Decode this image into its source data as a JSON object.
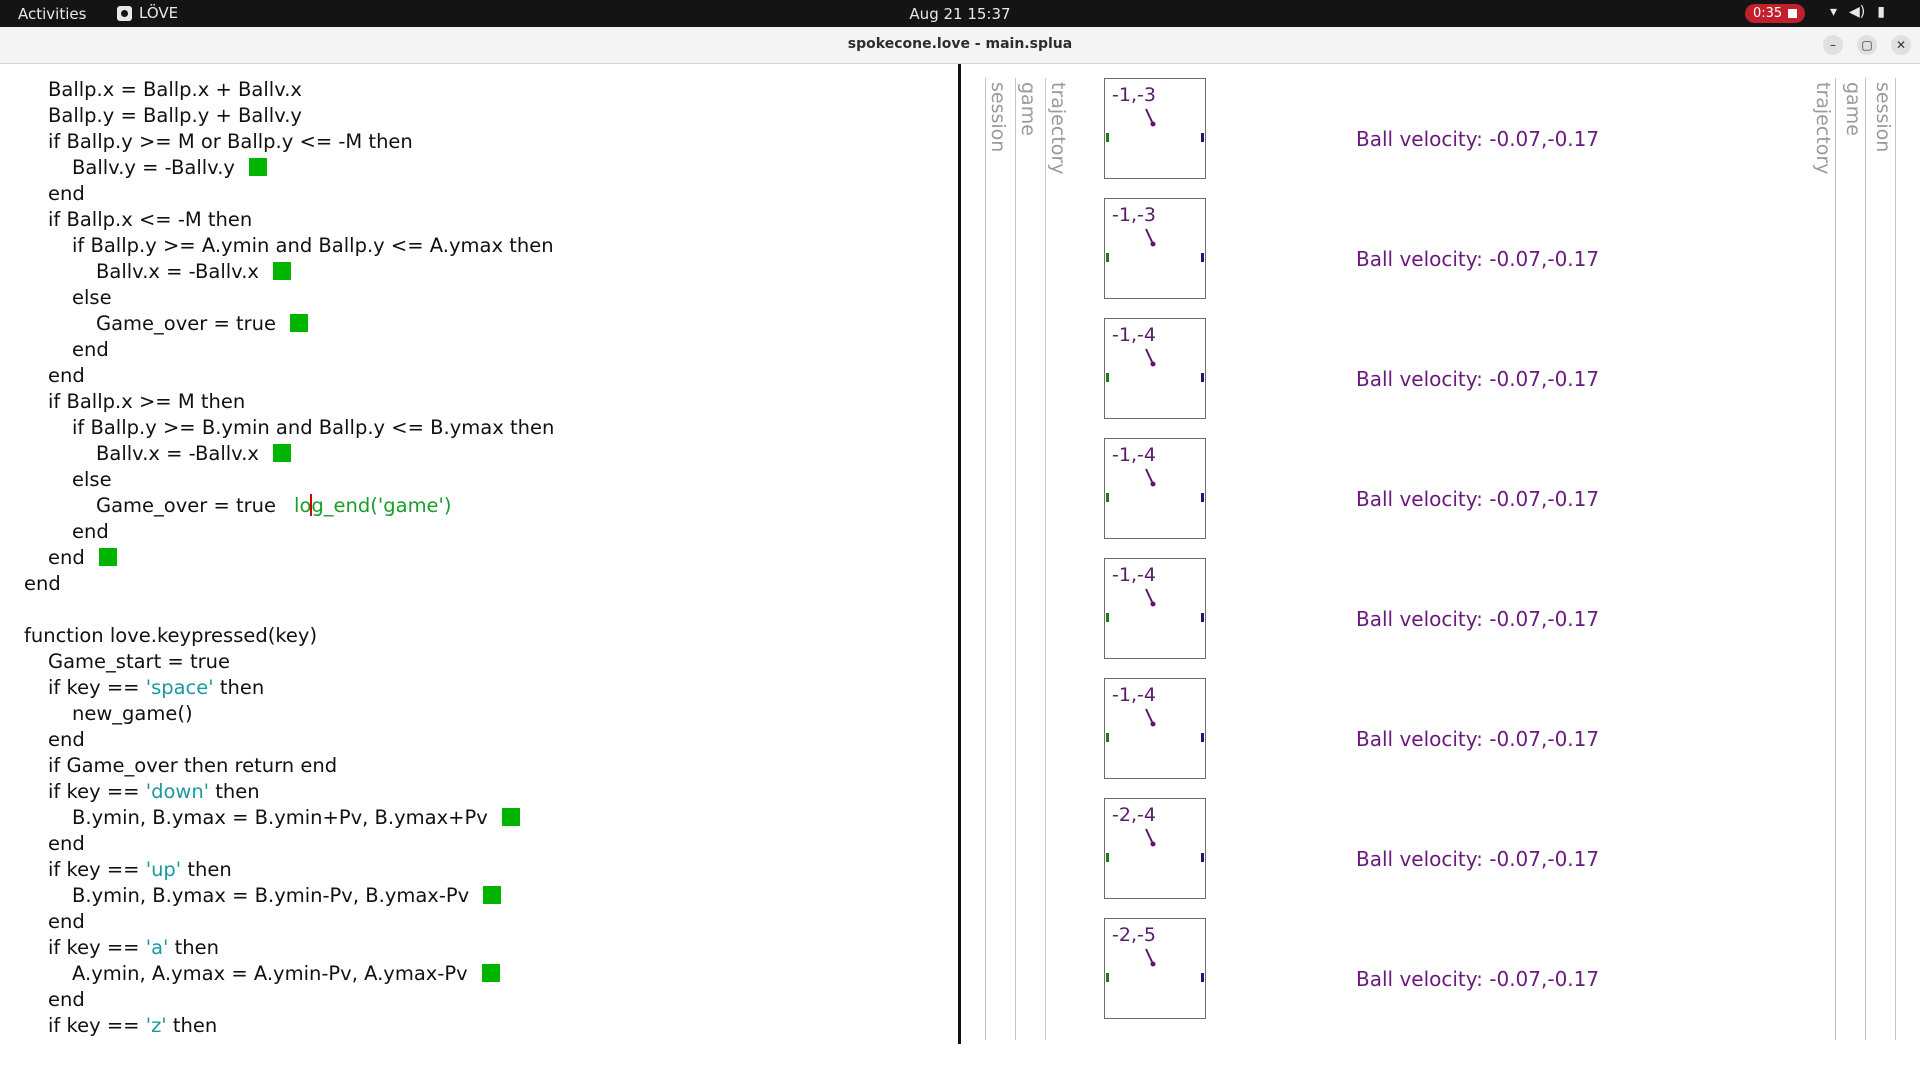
{
  "topbar": {
    "activities": "Activities",
    "app_name": "LÖVE",
    "clock": "Aug 21  15:37",
    "timer": "0:35"
  },
  "window": {
    "title": "spokecone.love - main.splua"
  },
  "editor": {
    "lines": [
      {
        "indent": 1,
        "text": "Ballp.x = Ballp.x + Ballv.x"
      },
      {
        "indent": 1,
        "text": "Ballp.y = Ballp.y + Ballv.y"
      },
      {
        "indent": 1,
        "text": "if Ballp.y >= M or Ballp.y <= -M then"
      },
      {
        "indent": 2,
        "text": "Ballv.y = -Ballv.y",
        "marker": true
      },
      {
        "indent": 1,
        "text": "end"
      },
      {
        "indent": 1,
        "text": "if Ballp.x <= -M then"
      },
      {
        "indent": 2,
        "text": "if Ballp.y >= A.ymin and Ballp.y <= A.ymax then"
      },
      {
        "indent": 3,
        "text": "Ballv.x = -Ballv.x",
        "marker": true
      },
      {
        "indent": 2,
        "text": "else"
      },
      {
        "indent": 3,
        "text": "Game_over = true",
        "marker": true
      },
      {
        "indent": 2,
        "text": "end"
      },
      {
        "indent": 1,
        "text": "end"
      },
      {
        "indent": 1,
        "text": "if Ballp.x >= M then"
      },
      {
        "indent": 2,
        "text": "if Ballp.y >= B.ymin and Ballp.y <= B.ymax then"
      },
      {
        "indent": 3,
        "text": "Ballv.x = -Ballv.x",
        "marker": true
      },
      {
        "indent": 2,
        "text": "else"
      },
      {
        "indent": 3,
        "text": "Game_over = true",
        "log_before": "lo",
        "log_after": "g_end('game')"
      },
      {
        "indent": 2,
        "text": "end"
      },
      {
        "indent": 1,
        "text": "end",
        "marker": true
      },
      {
        "indent": 0,
        "text": "end"
      },
      {
        "indent": 0,
        "text": ""
      },
      {
        "indent": 0,
        "text": "function love.keypressed(key)"
      },
      {
        "indent": 1,
        "text": "Game_start = true"
      },
      {
        "indent": 1,
        "pre": "if key == ",
        "str": "'space'",
        "post": " then"
      },
      {
        "indent": 2,
        "text": "new_game()"
      },
      {
        "indent": 1,
        "text": "end"
      },
      {
        "indent": 1,
        "text": "if Game_over then return end"
      },
      {
        "indent": 1,
        "pre": "if key == ",
        "str": "'down'",
        "post": " then"
      },
      {
        "indent": 2,
        "text": "B.ymin, B.ymax = B.ymin+Pv, B.ymax+Pv",
        "marker": true
      },
      {
        "indent": 1,
        "text": "end"
      },
      {
        "indent": 1,
        "pre": "if key == ",
        "str": "'up'",
        "post": " then"
      },
      {
        "indent": 2,
        "text": "B.ymin, B.ymax = B.ymin-Pv, B.ymax-Pv",
        "marker": true
      },
      {
        "indent": 1,
        "text": "end"
      },
      {
        "indent": 1,
        "pre": "if key == ",
        "str": "'a'",
        "post": " then"
      },
      {
        "indent": 2,
        "text": "A.ymin, A.ymax = A.ymin-Pv, A.ymax-Pv",
        "marker": true
      },
      {
        "indent": 1,
        "text": "end"
      },
      {
        "indent": 1,
        "pre": "if key == ",
        "str": "'z'",
        "post": " then"
      }
    ]
  },
  "log_pane": {
    "left_tabs": [
      "session",
      "game",
      "trajectory"
    ],
    "right_tabs": [
      "trajectory",
      "game",
      "session"
    ],
    "entries": [
      {
        "coord": "-1,-3",
        "velocity": "Ball velocity: -0.07,-0.17"
      },
      {
        "coord": "-1,-3",
        "velocity": "Ball velocity: -0.07,-0.17"
      },
      {
        "coord": "-1,-4",
        "velocity": "Ball velocity: -0.07,-0.17"
      },
      {
        "coord": "-1,-4",
        "velocity": "Ball velocity: -0.07,-0.17"
      },
      {
        "coord": "-1,-4",
        "velocity": "Ball velocity: -0.07,-0.17"
      },
      {
        "coord": "-1,-4",
        "velocity": "Ball velocity: -0.07,-0.17"
      },
      {
        "coord": "-2,-4",
        "velocity": "Ball velocity: -0.07,-0.17"
      },
      {
        "coord": "-2,-5",
        "velocity": "Ball velocity: -0.07,-0.17"
      }
    ]
  },
  "colors": {
    "marker": "#00b400",
    "string": "#1a9aa0",
    "log_call": "#1a9e2a",
    "velocity_text": "#6b1a7e"
  }
}
